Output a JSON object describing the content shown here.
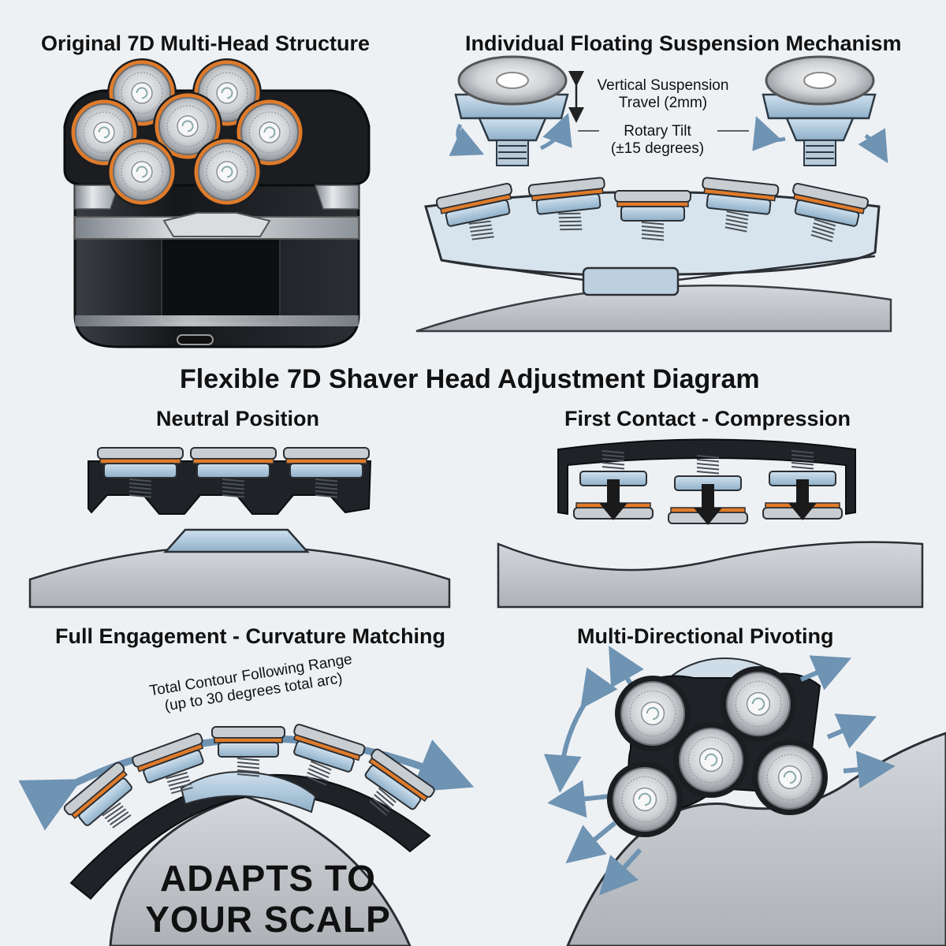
{
  "titles": {
    "structure": "Original 7D Multi-Head Structure",
    "suspension": "Individual Floating Suspension Mechanism",
    "main": "Flexible 7D Shaver Head Adjustment Diagram",
    "neutral": "Neutral Position",
    "contact": "First Contact - Compression",
    "engagement": "Full Engagement - Curvature Matching",
    "pivoting": "Multi-Directional Pivoting"
  },
  "annotations": {
    "vertical_line1": "Vertical Suspension",
    "vertical_line2": "Travel (2mm)",
    "rotary_line1": "Rotary Tilt",
    "rotary_line2": "(±15 degrees)",
    "range_line1": "Total Contour Following Range",
    "range_line2": "(up to 30 degrees total arc)",
    "slogan_line1": "ADAPTS TO",
    "slogan_line2": "YOUR SCALP"
  },
  "colors": {
    "background": "#eef1f4",
    "body_dark": "#1f2226",
    "accent_orange": "#e07b2a",
    "steel_blue": "#a9c6dd",
    "arrow_blue": "#6e93b3",
    "scalp_gray": "#c9ccd0"
  }
}
